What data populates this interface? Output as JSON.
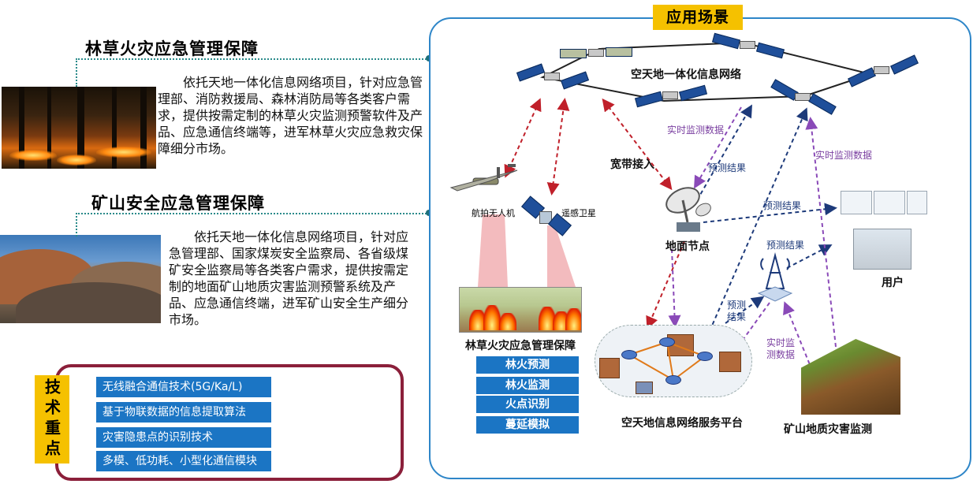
{
  "left": {
    "section1": {
      "title": "林草火灾应急管理保障",
      "text": "依托天地一体化信息网络项目，针对应急管理部、消防救援局、森林消防局等各类客户需求，提供按需定制的林草火灾监测预警软件及产品、应急通信终端等，进军林草火灾应急救灾保障细分市场。"
    },
    "section2": {
      "title": "矿山安全应急管理保障",
      "text": "依托天地一体化信息网络项目，针对应急管理部、国家煤炭安全监察局、各省级煤矿安全监察局等各类客户需求，提供按需定制的地面矿山地质灾害监测预警系统及产品、应急通信终端，进军矿山安全生产细分市场。"
    },
    "tech": {
      "label": "技术重点",
      "items": [
        "无线融合通信技术(5G/Ka/L)",
        "基于物联数据的信息提取算法",
        "灾害隐患点的识别技术",
        "多模、低功耗、小型化通信模块"
      ]
    }
  },
  "panel": {
    "tag": "应用场景",
    "network_label": "空天地一体化信息网络",
    "broadband": "宽带接入",
    "realtime1": "实时监测数据",
    "realtime2": "实时监测数据",
    "realtime3": "实时监\n测数据",
    "predict1": "预测结果",
    "predict2": "预测结果",
    "predict3": "预测结果",
    "predict4": "预测\n结果",
    "uav": "航拍无人机",
    "rs_sat": "遥感卫星",
    "ground_node": "地面节点",
    "user": "用户",
    "platform": "空天地信息网络服务平台",
    "mine_monitor": "矿山地质灾害监测",
    "forest_title": "林草火灾应急管理保障",
    "forest_items": [
      "林火预测",
      "林火监测",
      "火点识别",
      "蔓延模拟"
    ]
  },
  "colors": {
    "accent_yellow": "#f5c100",
    "box_blue": "#1b75c4",
    "frame_red": "#8b1f3a",
    "panel_border": "#2e86c8",
    "arrow_red": "#c0202a",
    "arrow_navy": "#1d3a7a",
    "arrow_purple": "#8a4ab8"
  }
}
